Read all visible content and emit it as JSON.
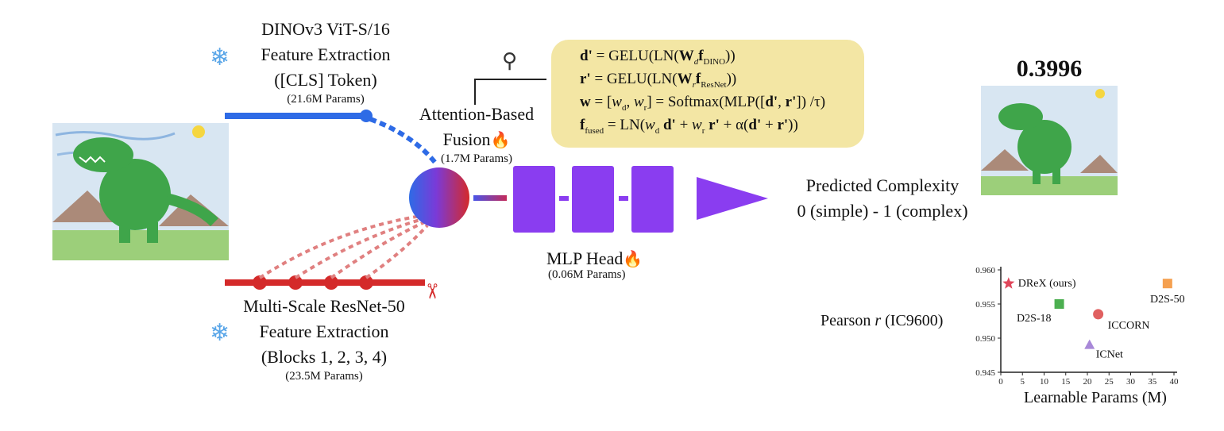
{
  "dino": {
    "title": "DINOv3 ViT-S/16",
    "line2": "Feature Extraction",
    "line3": "([CLS] Token)",
    "params": "(21.6M Params)"
  },
  "resnet": {
    "title": "Multi-Scale ResNet-50",
    "line2": "Feature Extraction",
    "line3": "(Blocks 1, 2, 3, 4)",
    "params": "(23.5M Params)"
  },
  "fusion": {
    "line1": "Attention-Based",
    "line2": "Fusion",
    "params": "(1.7M Params)"
  },
  "mlp": {
    "label": "MLP Head",
    "params": "(0.06M Params)"
  },
  "prediction": {
    "line1": "Predicted Complexity",
    "line2": "0 (simple) - 1 (complex)",
    "score": "0.3996"
  },
  "equations": {
    "eq1": {
      "lhs": "d'",
      "eq": " = GELU(LN(",
      "W": "W",
      "sub1": "d",
      "f": "f",
      "sub2": "DINO",
      "end": "))"
    },
    "eq2": {
      "lhs": "r'",
      "eq": " =  GELU(LN(",
      "W": "W",
      "sub1": "r",
      "f": "f",
      "sub2": "ResNet",
      "end": "))"
    },
    "eq3": {
      "lhs": "w",
      "text_a": " = [",
      "w1": "w",
      "s1": "d",
      "sep": ", ",
      "w2": "w",
      "s2": "r",
      "text_b": "] = Softmax(MLP([",
      "d": "d'",
      "comma": ", ",
      "r": "r'",
      "text_c": "]) /τ)"
    },
    "eq4": {
      "lhs": "f",
      "lhs_sub": "fused",
      "text_a": " = LN(",
      "w1": "w",
      "s1": "d",
      "d": " d'",
      "plus1": " + ",
      "w2": "w",
      "s2": "r",
      "r": " r'",
      "text_b": " + α(",
      "d2": "d'",
      "plus2": " + ",
      "r2": "r'",
      "text_c": "))"
    }
  },
  "icons": {
    "snowflake": "snowflake-icon",
    "fire": "fire-icon",
    "magnifier": "magnifier-icon",
    "scissors": "scissors-icon",
    "snow_glyph": "❄",
    "fire_glyph": "🔥",
    "lens_glyph": "⚲",
    "scissor_glyph": "✂"
  },
  "colors": {
    "dino_blue": "#2e6be6",
    "resnet_red": "#d42a2a",
    "mlp_purple": "#8a3df0",
    "eq_bg": "#f3e6a4",
    "star": "#e0465a",
    "square_green": "#4caf50",
    "square_orange": "#f5a050",
    "circle": "#e06060",
    "triangle": "#a888d8"
  },
  "chart_data": {
    "type": "scatter",
    "title": "",
    "xlabel": "Learnable Params (M)",
    "ylabel": "Pearson r (IC9600)",
    "ylabel_pre": "Pearson ",
    "ylabel_r": "r",
    "ylabel_post": " (IC9600)",
    "xlim": [
      0,
      40
    ],
    "ylim": [
      0.945,
      0.96
    ],
    "xticks": [
      "0",
      "5",
      "10",
      "15",
      "20",
      "25",
      "30",
      "35",
      "40"
    ],
    "yticks": [
      "0.945",
      "0.950",
      "0.955",
      "0.960"
    ],
    "points": [
      {
        "label": "DReX (ours)",
        "x": 1.8,
        "y": 0.958,
        "marker": "star",
        "color": "#e0465a"
      },
      {
        "label": "D2S-18",
        "x": 13.5,
        "y": 0.955,
        "marker": "square",
        "color": "#4caf50"
      },
      {
        "label": "D2S-50",
        "x": 38.5,
        "y": 0.958,
        "marker": "square",
        "color": "#f5a050"
      },
      {
        "label": "ICCORN",
        "x": 22.5,
        "y": 0.9535,
        "marker": "circle",
        "color": "#e06060"
      },
      {
        "label": "ICNet",
        "x": 20.5,
        "y": 0.949,
        "marker": "triangle",
        "color": "#a888d8"
      }
    ]
  }
}
